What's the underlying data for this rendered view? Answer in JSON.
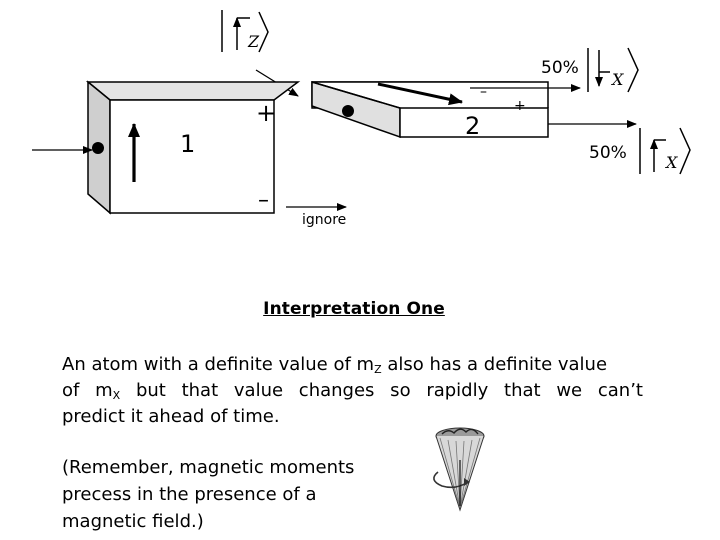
{
  "diagram": {
    "ket_z": "Z",
    "ket_x": "X",
    "top_output_percent": "50%",
    "bottom_output_percent": "50%",
    "magnet1_label": "1",
    "magnet2_label": "2",
    "magnet1_plus": "+",
    "magnet1_minus": "–",
    "magnet2_minus": "–",
    "magnet2_plus": "+",
    "ignore_label": "ignore"
  },
  "text": {
    "heading": "Interpretation One",
    "para_line1_a": "An atom with a definite value of m",
    "para_line1_sub": "Z",
    "para_line1_b": " also has a definite value",
    "para_line2_a": "of m",
    "para_line2_sub": "X",
    "para_line2_b": " but that value changes so rapidly that we can’t",
    "para_line3": "predict it ahead of time.",
    "remember_line1": "(Remember, magnetic moments",
    "remember_line2": "precess in the presence of a",
    "remember_line3": "magnetic field.)"
  }
}
